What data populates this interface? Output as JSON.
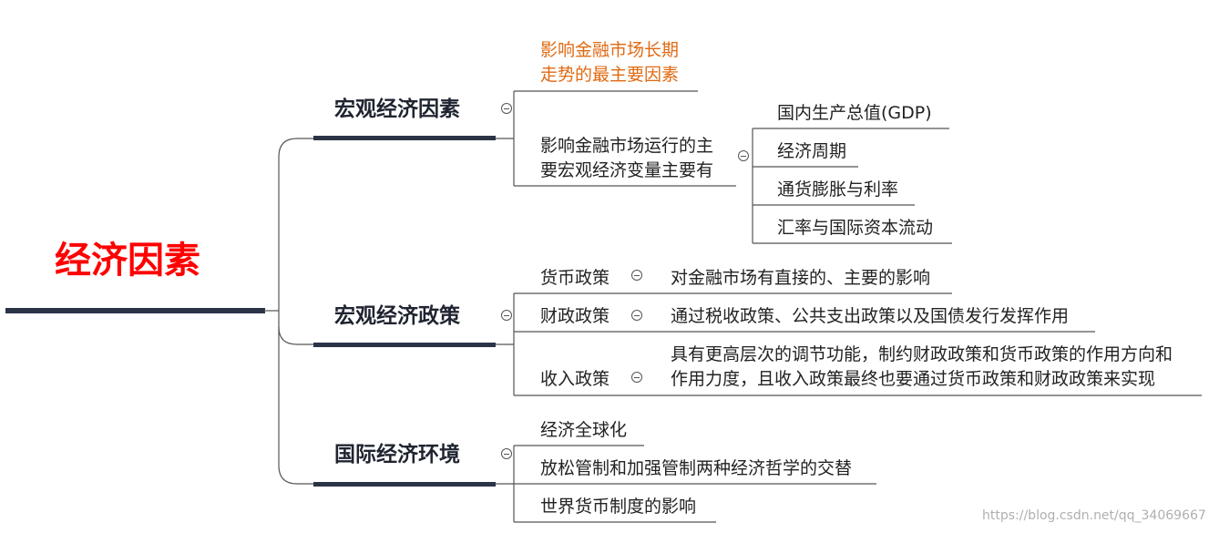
{
  "root": {
    "label": "经济因素",
    "color": "#ff0000"
  },
  "categories": [
    {
      "label": "宏观经济因素"
    },
    {
      "label": "宏观经济政策"
    },
    {
      "label": "国际经济环境"
    }
  ],
  "macro_factors": {
    "long_term": [
      "影响金融市场长期",
      "走势的最主要因素"
    ],
    "variables": [
      "影响金融市场运行的主",
      "要宏观经济变量主要有"
    ],
    "variable_items": [
      "国内生产总值(GDP)",
      "经济周期",
      "通货膨胀与利率",
      "汇率与国际资本流动"
    ]
  },
  "policies": [
    {
      "label": "货币政策",
      "detail": [
        "对金融市场有直接的、主要的影响"
      ]
    },
    {
      "label": "财政政策",
      "detail": [
        "通过税收政策、公共支出政策以及国债发行发挥作用"
      ]
    },
    {
      "label": "收入政策",
      "detail": [
        "具有更高层次的调节功能，制约财政政策和货币政策的作用方向和",
        "作用力度，且收入政策最终也要通过货币政策和财政政策来实现"
      ]
    }
  ],
  "international": [
    "经济全球化",
    "放松管制和加强管制两种经济哲学的交替",
    "世界货币制度的影响"
  ],
  "colors": {
    "accent_orange": "#e06a13",
    "dark_bar": "#2b3447",
    "line": "#555555"
  },
  "watermark": "https://blog.csdn.net/qq_34069667"
}
